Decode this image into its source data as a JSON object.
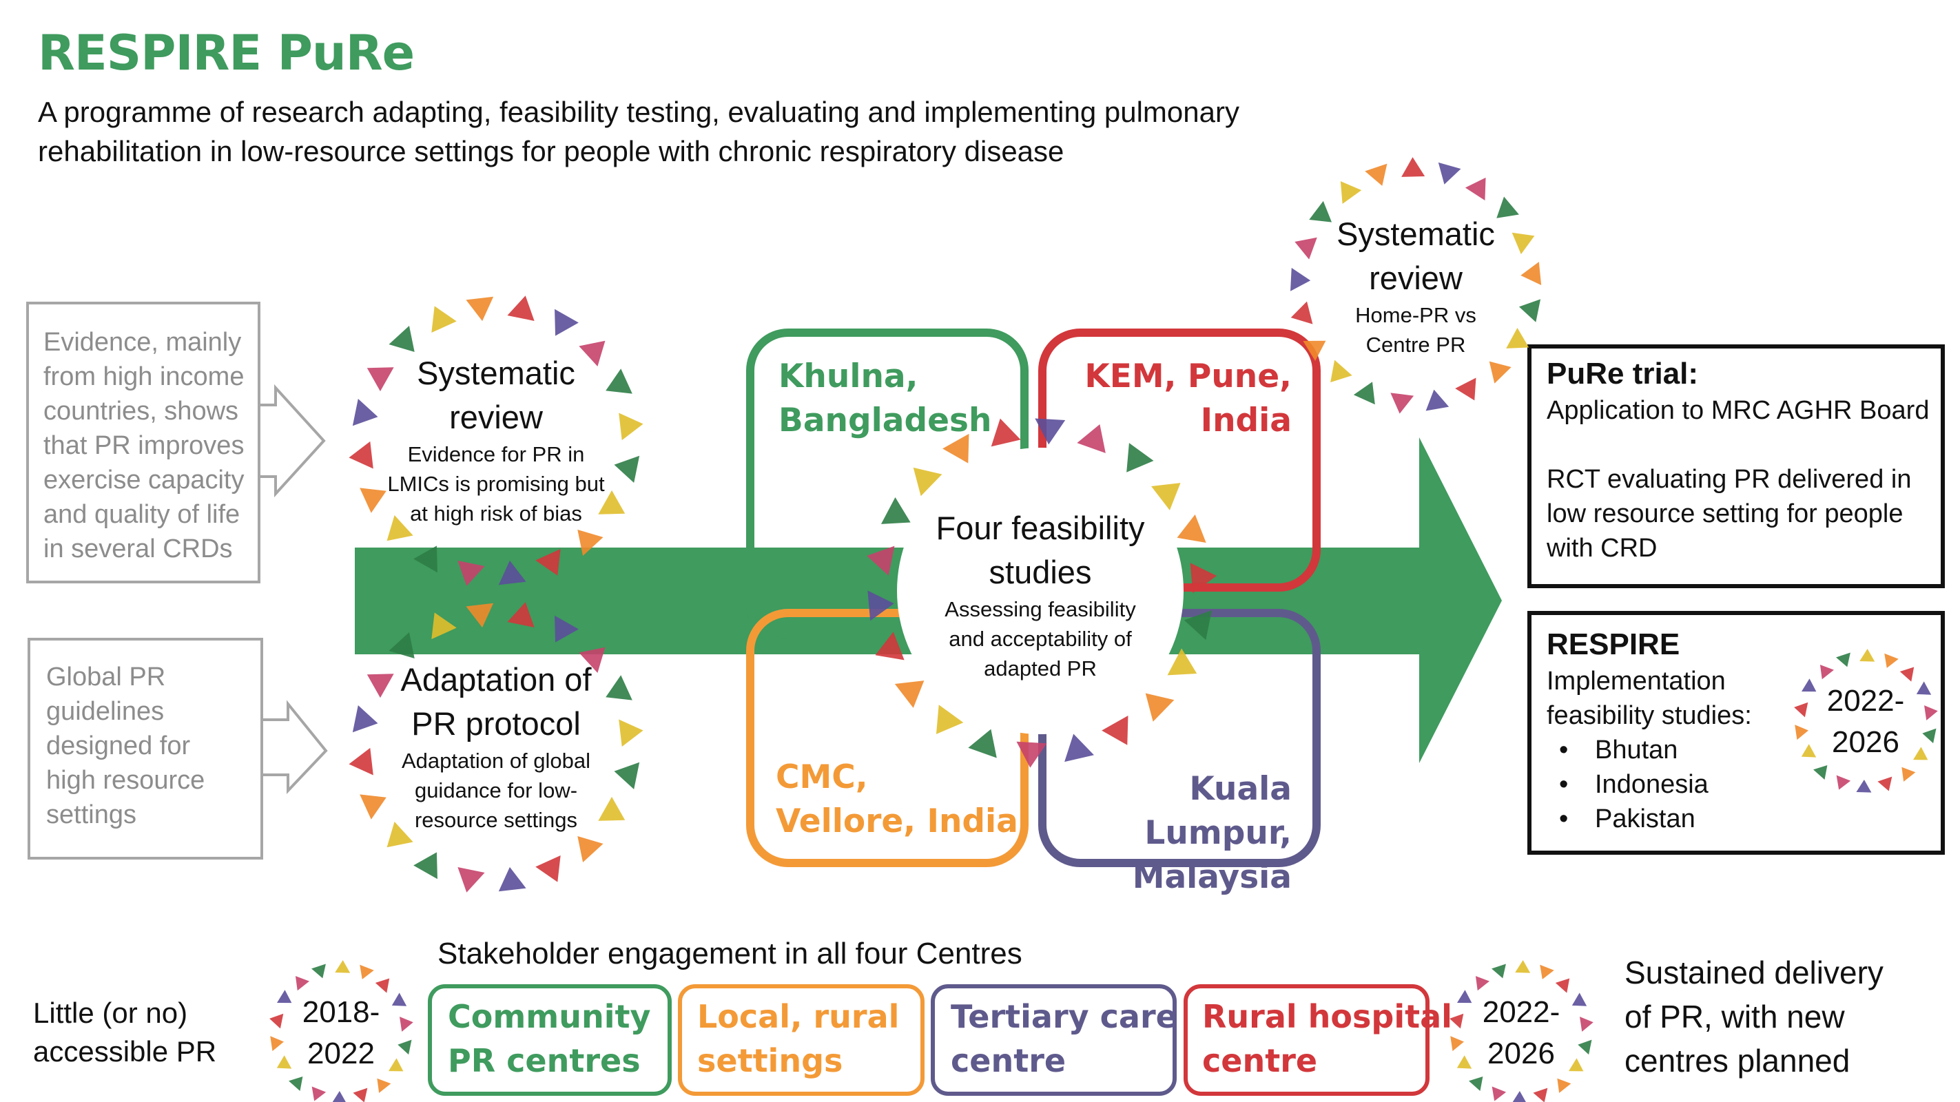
{
  "header": {
    "title": "RESPIRE PuRe",
    "subtitle": "A programme of research adapting, feasibility testing, evaluating and implementing pulmonary rehabilitation in low-resource settings for people with chronic respiratory disease"
  },
  "inputs": [
    {
      "text": [
        "Evidence, mainly",
        "from high income",
        "countries, shows",
        "that PR improves",
        "exercise capacity",
        "and quality of life",
        "in several CRDs"
      ]
    },
    {
      "text": [
        "Global PR",
        "guidelines",
        "designed for",
        "high resource",
        "settings"
      ]
    }
  ],
  "circles": {
    "sys_review_1": {
      "title": [
        "Systematic",
        "review"
      ],
      "detail": [
        "Evidence for PR in",
        "LMICs is promising but",
        "at high risk of bias"
      ]
    },
    "adaptation": {
      "title": [
        "Adaptation of",
        "PR protocol"
      ],
      "detail": [
        "Adaptation of global",
        "guidance for low-",
        "resource settings"
      ]
    },
    "feasibility": {
      "title": [
        "Four feasibility",
        "studies"
      ],
      "detail": [
        "Assessing feasibility",
        "and acceptability of",
        "adapted PR"
      ]
    },
    "sys_review_2": {
      "title": [
        "Systematic",
        "review"
      ],
      "detail": [
        "Home-PR vs",
        "Centre PR"
      ]
    }
  },
  "sites": [
    {
      "id": "khulna",
      "lines": [
        "Khulna,",
        "Bangladesh"
      ],
      "color": "#3f9b5e"
    },
    {
      "id": "kem",
      "lines": [
        "KEM, Pune,",
        "India"
      ],
      "color": "#d2373b"
    },
    {
      "id": "cmc",
      "lines": [
        "CMC,",
        "Vellore, India"
      ],
      "color": "#f39a37"
    },
    {
      "id": "kl",
      "lines": [
        "Kuala Lumpur,",
        "Malaysia"
      ],
      "color": "#5f5a8c"
    }
  ],
  "pure_trial": {
    "title": "PuRe trial:",
    "line1": "Application to MRC AGHR Board",
    "line2": [
      "RCT evaluating PR delivered in",
      "low resource setting for people",
      "with CRD"
    ]
  },
  "respire": {
    "title": "RESPIRE",
    "intro": [
      "Implementation",
      "feasibility studies:"
    ],
    "countries": [
      "Bhutan",
      "Indonesia",
      "Pakistan"
    ],
    "years": [
      "2022-",
      "2026"
    ]
  },
  "footer": {
    "stakeholder": "Stakeholder engagement in all four Centres",
    "before": [
      "Little (or no)",
      "accessible PR"
    ],
    "years_start": [
      "2018-",
      "2022"
    ],
    "years_end": [
      "2022-",
      "2026"
    ],
    "legend": [
      {
        "lines": [
          "Community",
          "PR centres"
        ],
        "color": "#3f9b5e"
      },
      {
        "lines": [
          "Local, rural",
          "settings"
        ],
        "color": "#f39a37"
      },
      {
        "lines": [
          "Tertiary care",
          "centre"
        ],
        "color": "#5f5a8c"
      },
      {
        "lines": [
          "Rural hospital",
          "centre"
        ],
        "color": "#d2373b"
      }
    ],
    "after": [
      "Sustained delivery",
      "of PR, with new",
      "centres planned"
    ]
  },
  "colors": {
    "green": "#3f9b5e",
    "red": "#d2373b",
    "orange": "#f39a37",
    "purple": "#5f5a8c",
    "grey": "#a6a6a6",
    "arrow": "#3f9b5e"
  }
}
